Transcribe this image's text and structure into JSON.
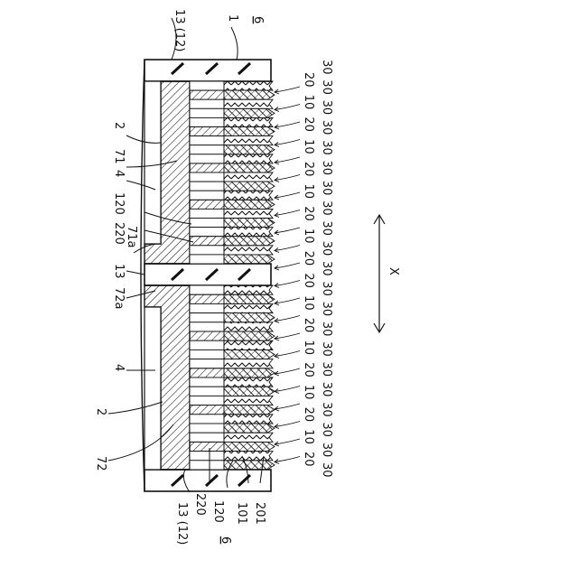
{
  "figure": {
    "labels": {
      "top_layer": "13 (12)",
      "top_assembly": "1",
      "top_stack": "6",
      "upper_2": "2",
      "upper_71": "71",
      "upper_4": "4",
      "upper_120": "120",
      "upper_220": "220",
      "upper_71a": "71a",
      "center_13": "13",
      "lower_72a": "72a",
      "lower_4": "4",
      "lower_2": "2",
      "lower_72": "72",
      "bottom_layer": "13 (12)",
      "bottom_220": "220",
      "bottom_120": "120",
      "bottom_stack": "6",
      "bottom_101": "101",
      "bottom_201": "201",
      "direction": "X"
    },
    "right_column_a": [
      "20",
      "10",
      "20",
      "10",
      "20",
      "10",
      "20",
      "10",
      "20",
      "20",
      "10",
      "20",
      "10",
      "20",
      "10",
      "20",
      "10",
      "20"
    ],
    "right_column_b": [
      "30",
      "30",
      "30",
      "30",
      "30",
      "30",
      "30",
      "30",
      "30",
      "30",
      "30",
      "30",
      "30",
      "30",
      "30",
      "30",
      "30",
      "30",
      "30",
      "30",
      "30"
    ],
    "colors": {
      "ink": "#111111",
      "fill_light": "#ffffff"
    }
  }
}
